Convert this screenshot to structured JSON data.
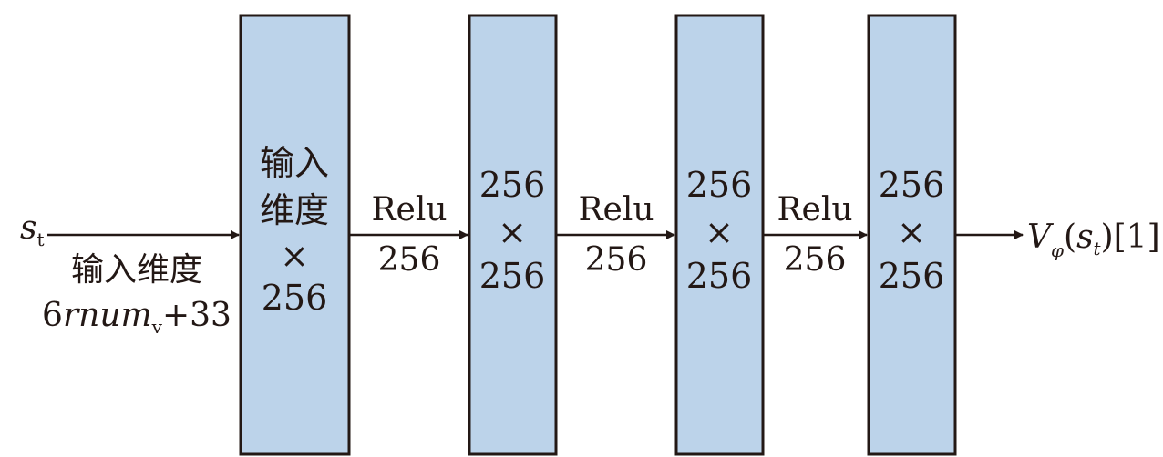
{
  "colors": {
    "box_fill": "#bcd3ea",
    "box_stroke": "#231815",
    "line": "#231815"
  },
  "input": {
    "symbol": "s",
    "symbol_sub": "t",
    "label_line1": "输入维度",
    "label_line2_pre": "6",
    "label_line2_var": "rnum",
    "label_line2_sub": "v",
    "label_line2_post": "+33"
  },
  "layers": [
    {
      "lines": [
        "输入",
        "维度",
        "×",
        "256"
      ]
    },
    {
      "lines": [
        "256",
        "×",
        "256"
      ]
    },
    {
      "lines": [
        "256",
        "×",
        "256"
      ]
    },
    {
      "lines": [
        "256",
        "×",
        "256"
      ]
    }
  ],
  "connections": [
    {
      "activation": "Relu",
      "size": "256"
    },
    {
      "activation": "Relu",
      "size": "256"
    },
    {
      "activation": "Relu",
      "size": "256"
    }
  ],
  "output": {
    "symbol": "V",
    "symbol_sub": "φ",
    "open": "(",
    "arg": "s",
    "arg_sub": "t",
    "close": ")[1]"
  }
}
